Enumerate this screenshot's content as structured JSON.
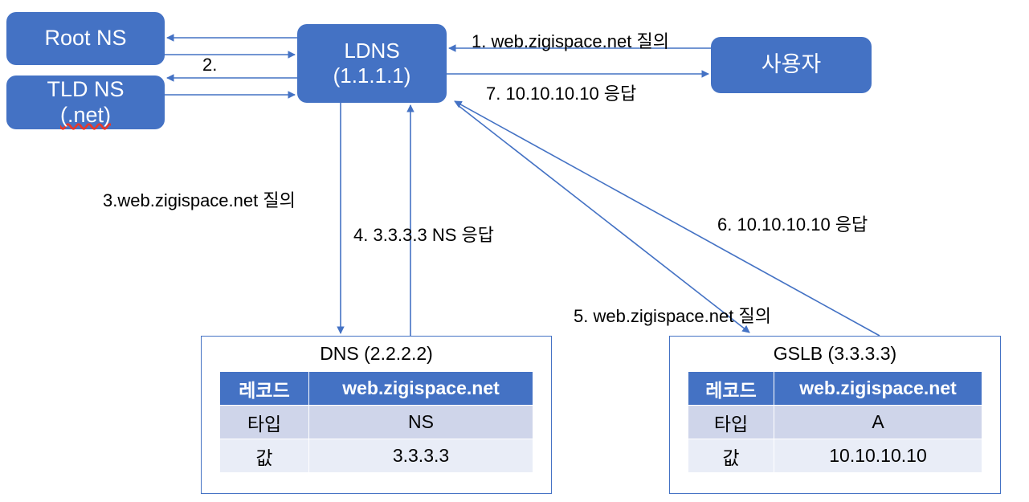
{
  "diagram": {
    "title": "DNS / GSLB resolution flow",
    "colors": {
      "node_fill": "#4472C4",
      "node_text": "#FFFFFF",
      "arrow": "#4472C4",
      "table_header_fill": "#4472C4",
      "table_row_odd": "#CFD5EA",
      "table_row_even": "#E9EDF7",
      "panel_border": "#4472C4",
      "spellcheck_underline": "#E8382A"
    },
    "nodes": {
      "root_ns": {
        "label": "Root NS"
      },
      "tld_ns": {
        "label_line1": "TLD NS",
        "label_line2": "(.net)"
      },
      "ldns": {
        "label_line1": "LDNS",
        "label_line2": "(1.1.1.1)"
      },
      "user": {
        "label": "사용자"
      }
    },
    "steps": [
      {
        "id": "1",
        "text": "1. web.zigispace.net 질의"
      },
      {
        "id": "2",
        "text": "2."
      },
      {
        "id": "3",
        "text": "3.web.zigispace.net 질의"
      },
      {
        "id": "4",
        "text": "4. 3.3.3.3 NS 응답"
      },
      {
        "id": "5",
        "text": "5. web.zigispace.net 질의"
      },
      {
        "id": "6",
        "text": "6. 10.10.10.10 응답"
      },
      {
        "id": "7",
        "text": "7. 10.10.10.10 응답"
      }
    ],
    "panels": {
      "dns": {
        "title": "DNS (2.2.2.2)",
        "headers": [
          "레코드",
          "web.zigispace.net"
        ],
        "rows": [
          {
            "key": "타입",
            "value": "NS"
          },
          {
            "key": "값",
            "value": "3.3.3.3"
          }
        ]
      },
      "gslb": {
        "title": "GSLB (3.3.3.3)",
        "headers": [
          "레코드",
          "web.zigispace.net"
        ],
        "rows": [
          {
            "key": "타입",
            "value": "A"
          },
          {
            "key": "값",
            "value": "10.10.10.10"
          }
        ]
      }
    }
  }
}
